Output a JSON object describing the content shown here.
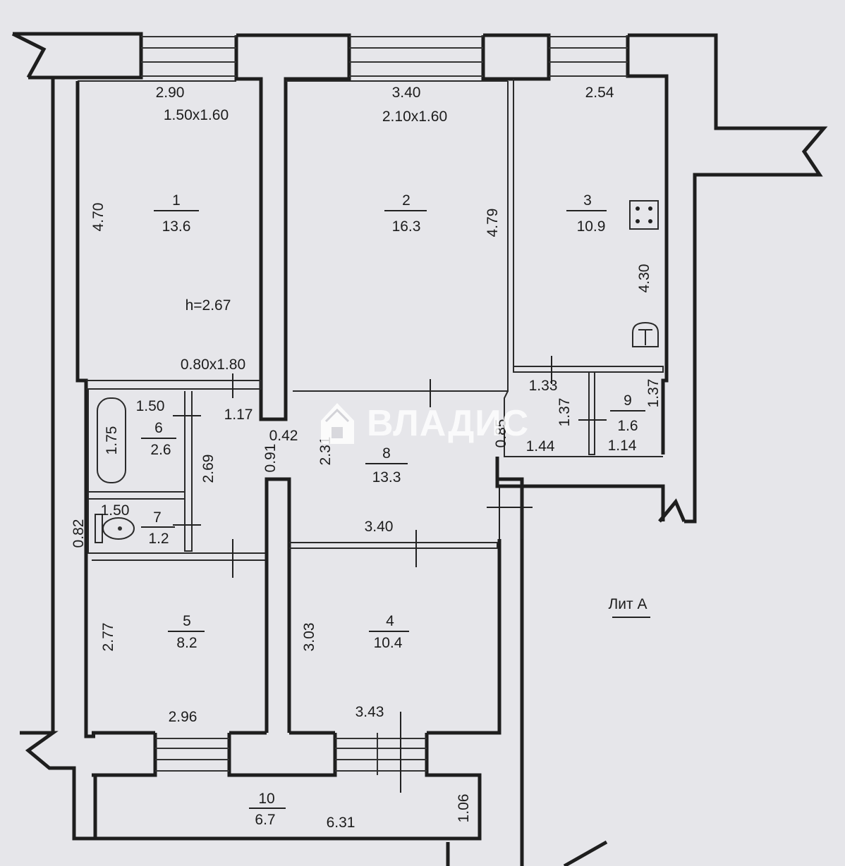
{
  "plan": {
    "rooms": [
      {
        "id": "1",
        "number": "1",
        "area": "13.6"
      },
      {
        "id": "2",
        "number": "2",
        "area": "16.3"
      },
      {
        "id": "3",
        "number": "3",
        "area": "10.9"
      },
      {
        "id": "4",
        "number": "4",
        "area": "10.4"
      },
      {
        "id": "5",
        "number": "5",
        "area": "8.2"
      },
      {
        "id": "6",
        "number": "6",
        "area": "2.6"
      },
      {
        "id": "7",
        "number": "7",
        "area": "1.2"
      },
      {
        "id": "8",
        "number": "8",
        "area": "13.3"
      },
      {
        "id": "9",
        "number": "9",
        "area": "1.6"
      },
      {
        "id": "10",
        "number": "10",
        "area": "6.7"
      }
    ],
    "dimensions": [
      "2.90",
      "1.50x1.60",
      "3.40",
      "2.10x1.60",
      "2.54",
      "4.70",
      "4.79",
      "4.30",
      "h=2.67",
      "0.80x1.80",
      "1.33",
      "1.37",
      "1.37",
      "1.44",
      "1.14",
      "0.85",
      "1.50",
      "1.75",
      "1.17",
      "0.42",
      "0.91",
      "2.31",
      "2.69",
      "1.50",
      "0.82",
      "3.40",
      "2.77",
      "3.03",
      "2.96",
      "3.43",
      "1.06",
      "6.31"
    ],
    "lit_label": "Лит А"
  },
  "watermark": {
    "text": "ВЛАДИС",
    "logo_icon": "house-logo-icon"
  }
}
